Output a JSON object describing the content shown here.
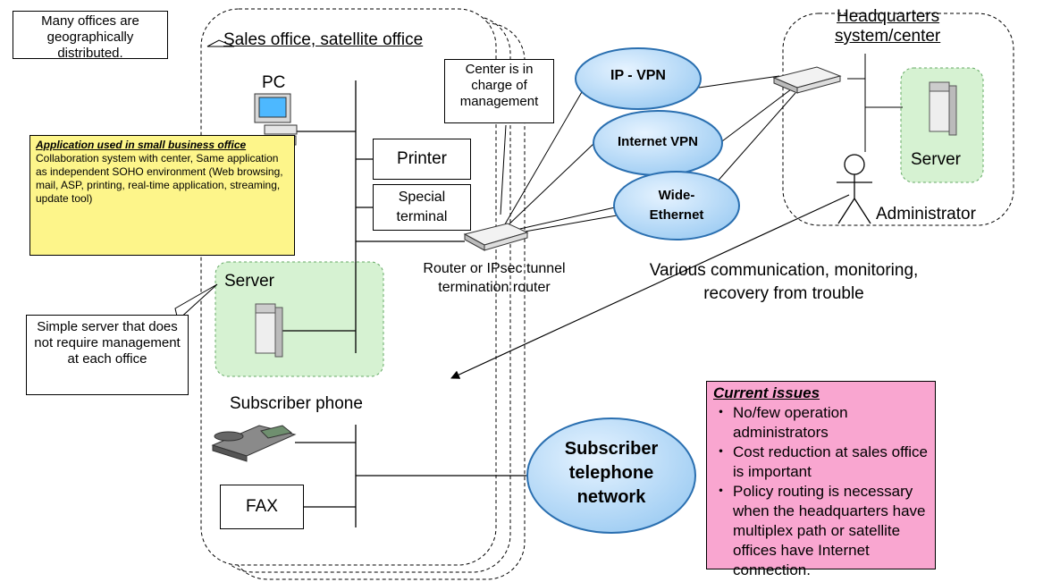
{
  "callouts": {
    "many_offices": "Many offices are geographically distributed.",
    "center_management": "Center is in charge of management",
    "simple_server": "Simple server that does not require management at each office"
  },
  "sales_office": {
    "title": "Sales office, satellite office"
  },
  "headquarters": {
    "title_line1": "Headquarters",
    "title_line2": "system/center",
    "server": "Server",
    "administrator": "Administrator"
  },
  "devices": {
    "pc": "PC",
    "printer": "Printer",
    "special_terminal": "Special terminal",
    "server": "Server",
    "subscriber_phone": "Subscriber phone",
    "fax": "FAX",
    "router_label": "Router or IPsec tunnel termination router"
  },
  "application_note": {
    "title": "Application used in small business office",
    "body": "Collaboration system with center, Same application as independent SOHO environment (Web browsing, mail, ASP, printing, real-time application, streaming, update tool)"
  },
  "networks": {
    "ip_vpn": "IP - VPN",
    "internet_vpn": "Internet VPN",
    "wide_ethernet": "Wide-Ethernet",
    "subscriber_network": "Subscriber telephone network"
  },
  "monitoring_text": {
    "line1": "Various communication, monitoring,",
    "line2": "recovery from trouble"
  },
  "issues": {
    "title": "Current issues",
    "items": [
      "No/few operation administrators",
      "Cost reduction at sales office is important",
      "Policy routing is necessary when the headquarters have multiplex path or satellite offices have Internet connection."
    ]
  },
  "colors": {
    "ellipse_fill": "#a9d4f7",
    "server_area": "#d6f2d2",
    "note_fill": "#fdf58a",
    "issues_fill": "#f9a6d0"
  }
}
